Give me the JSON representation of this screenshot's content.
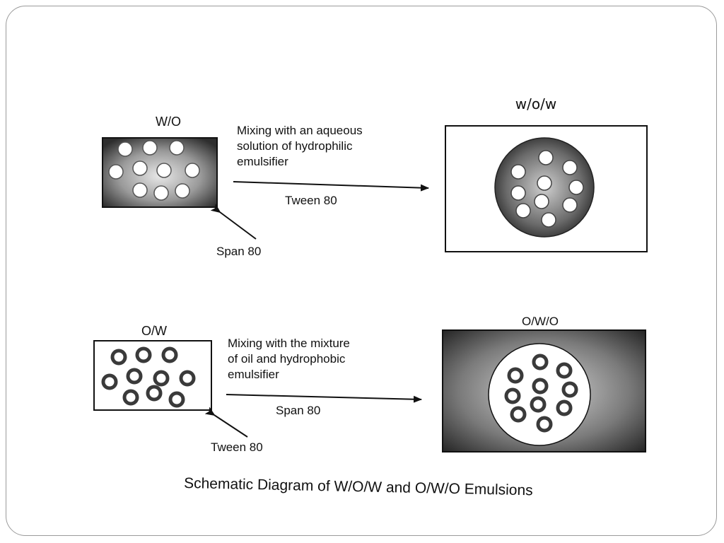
{
  "top_row": {
    "left_label": "W/O",
    "step_lines": [
      "Mixing with an aqueous",
      "solution of hydrophilic",
      "emulsifier"
    ],
    "arrow_label": "Tween 80",
    "pointer_label": "Span 80",
    "result_label": "w/o/w"
  },
  "bottom_row": {
    "left_label": "O/W",
    "step_lines": [
      "Mixing with the mixture",
      "of oil and hydrophobic",
      "emulsifier"
    ],
    "arrow_label": "Span 80",
    "pointer_label": "Tween 80",
    "result_label": "O/W/O"
  },
  "caption": "Schematic Diagram of W/O/W and O/W/O Emulsions",
  "colors": {
    "dark_phase": "#3a3a3a",
    "light_phase": "#ffffff",
    "line": "#111111"
  }
}
